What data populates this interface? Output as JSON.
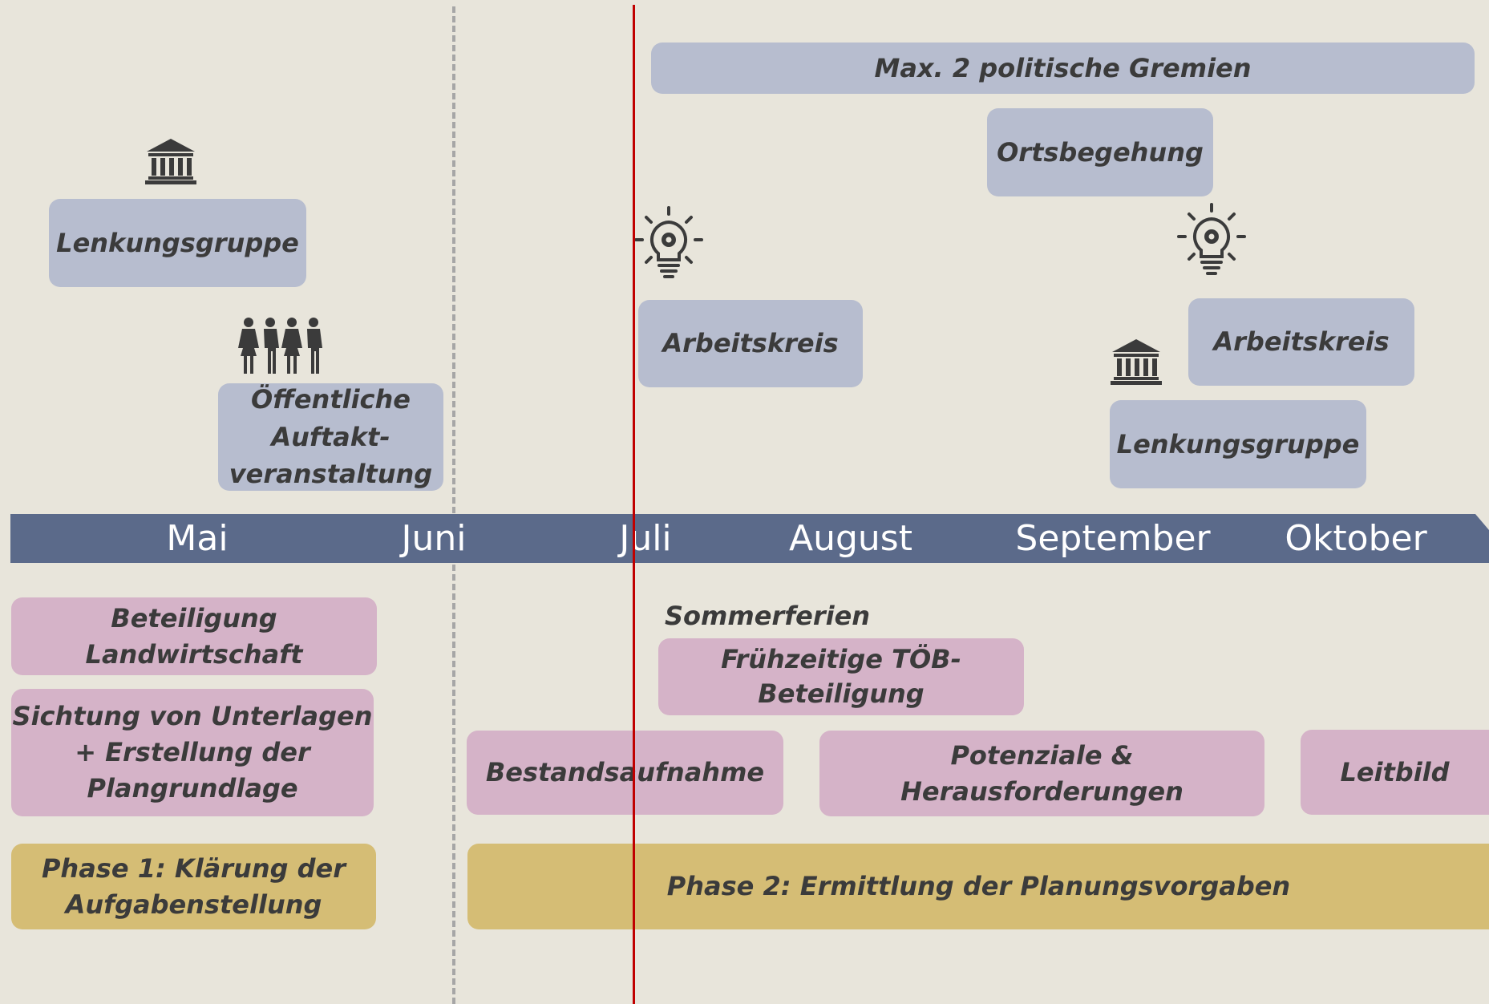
{
  "timeline": {
    "months": [
      "Mai",
      "Juni",
      "Juli",
      "August",
      "September",
      "Oktober"
    ],
    "bar_color": "#5b6a8a"
  },
  "colors": {
    "meeting_box": "#b7bdcf",
    "task_box": "#d5b3c8",
    "phase_box": "#d5bd75",
    "today_line": "#c00000",
    "month_divider": "#a6a6a6"
  },
  "events_above": {
    "politische_gremien": "Max. 2 politische Gremien",
    "ortsbegehung": "Ortsbegehung",
    "lenkungsgruppe_1": "Lenkungsgruppe",
    "auftaktveranstaltung": "Öffentliche\nAuftakt-\nveranstaltung",
    "arbeitskreis_1": "Arbeitskreis",
    "arbeitskreis_2": "Arbeitskreis",
    "lenkungsgruppe_2": "Lenkungsgruppe"
  },
  "tasks_below": {
    "beteiligung_landwirtschaft": "Beteiligung\nLandwirtschaft",
    "sichtung": "Sichtung von Unterlagen\n+ Erstellung der\nPlangrundlage",
    "sommerferien": "Sommerferien",
    "toeb": "Frühzeitige TÖB-\nBeteiligung",
    "bestandsaufnahme": "Bestandsaufnahme",
    "potenziale": "Potenziale & Herausforderungen",
    "leitbild": "Leitbild"
  },
  "phases": {
    "phase1": "Phase 1: Klärung der\nAufgabenstellung",
    "phase2": "Phase 2: Ermittlung der Planungsvorgaben"
  },
  "icons": [
    "government-building-icon",
    "people-group-icon",
    "lightbulb-gear-icon"
  ]
}
